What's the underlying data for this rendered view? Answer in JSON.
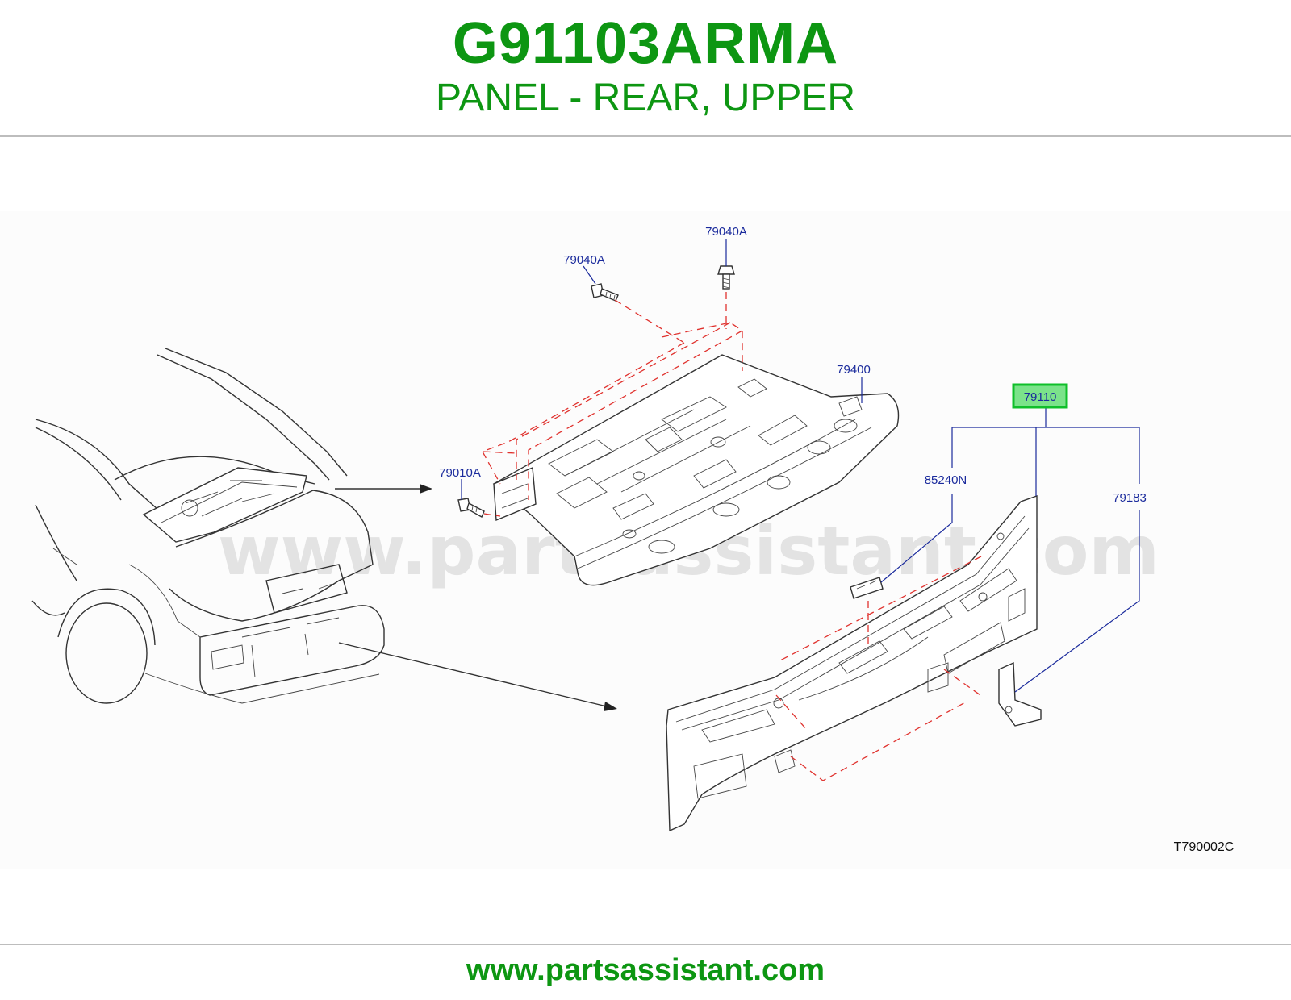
{
  "header": {
    "part_number": "G91103ARMA",
    "title": "PANEL - REAR, UPPER"
  },
  "diagram": {
    "watermark": "www.partsassistant.com",
    "callouts": {
      "bolt_top": "79040A",
      "bolt_left": "79040A",
      "bolt_side": "79010A",
      "parcel_shelf": "79400",
      "highlighted_part": "79110",
      "bracket_small": "85240N",
      "bracket_corner": "79183"
    },
    "drawing_ref": "T790002C",
    "highlight_color": "#2ecc40"
  },
  "footer": {
    "url": "www.partsassistant.com"
  }
}
